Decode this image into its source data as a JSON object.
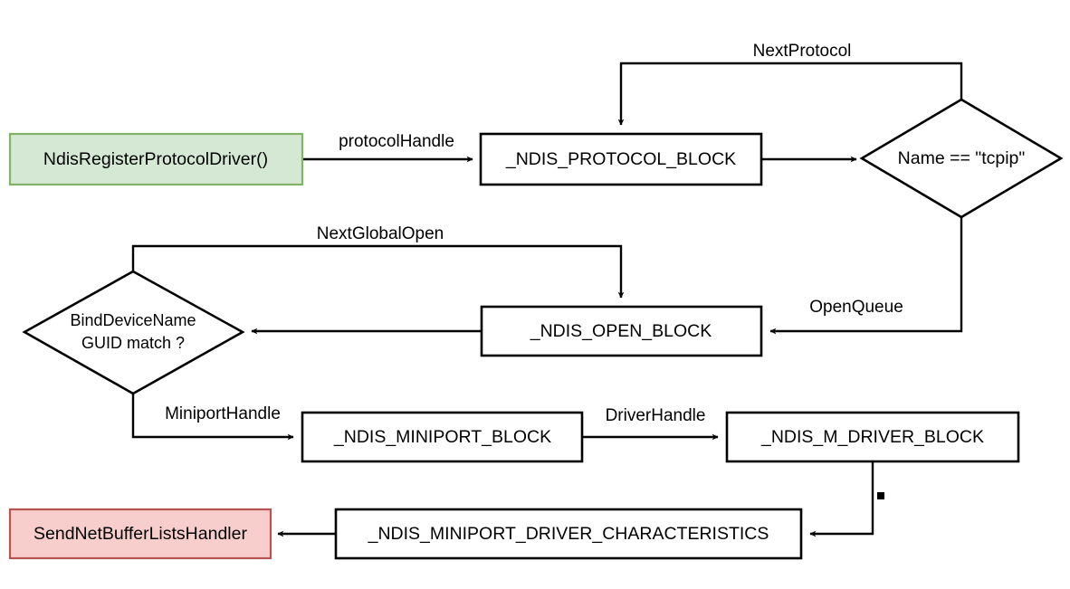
{
  "diagram": {
    "title": "NDIS protocol / miniport binding structures",
    "background_color": "#ffffff",
    "line_color": "#000000",
    "nodes": [
      {
        "id": "ndis-register-protocol-driver",
        "label": "NdisRegisterProtocolDriver()",
        "shape": "rectangle",
        "fill": "#d5e8d4",
        "stroke": "#82b366"
      },
      {
        "id": "ndis-protocol-block",
        "label": "_NDIS_PROTOCOL_BLOCK",
        "shape": "rectangle",
        "fill": "#ffffff",
        "stroke": "#000000"
      },
      {
        "id": "name-tcpip-decision",
        "label": "Name == \"tcpip\"",
        "shape": "diamond",
        "fill": "#ffffff",
        "stroke": "#000000"
      },
      {
        "id": "ndis-open-block",
        "label": "_NDIS_OPEN_BLOCK",
        "shape": "rectangle",
        "fill": "#ffffff",
        "stroke": "#000000"
      },
      {
        "id": "bind-device-name-decision",
        "label_line1": "BindDeviceName",
        "label_line2": "GUID match ?",
        "shape": "diamond",
        "fill": "#ffffff",
        "stroke": "#000000"
      },
      {
        "id": "ndis-miniport-block",
        "label": "_NDIS_MINIPORT_BLOCK",
        "shape": "rectangle",
        "fill": "#ffffff",
        "stroke": "#000000"
      },
      {
        "id": "ndis-m-driver-block",
        "label": "_NDIS_M_DRIVER_BLOCK",
        "shape": "rectangle",
        "fill": "#ffffff",
        "stroke": "#000000"
      },
      {
        "id": "ndis-miniport-driver-characteristics",
        "label": "_NDIS_MINIPORT_DRIVER_CHARACTERISTICS",
        "shape": "rectangle",
        "fill": "#ffffff",
        "stroke": "#000000"
      },
      {
        "id": "send-net-buffer-lists-handler",
        "label": "SendNetBufferListsHandler",
        "shape": "rectangle",
        "fill": "#f8cecc",
        "stroke": "#b85450"
      }
    ],
    "edges": [
      {
        "id": "edge-protocol-handle",
        "label": "protocolHandle",
        "from": "ndis-register-protocol-driver",
        "to": "ndis-protocol-block"
      },
      {
        "id": "edge-protocol-to-name",
        "label": "",
        "from": "ndis-protocol-block",
        "to": "name-tcpip-decision"
      },
      {
        "id": "edge-next-protocol",
        "label": "NextProtocol",
        "from": "name-tcpip-decision",
        "to": "ndis-protocol-block"
      },
      {
        "id": "edge-open-queue",
        "label": "OpenQueue",
        "from": "name-tcpip-decision",
        "to": "ndis-open-block"
      },
      {
        "id": "edge-open-to-bind",
        "label": "",
        "from": "ndis-open-block",
        "to": "bind-device-name-decision"
      },
      {
        "id": "edge-next-global-open",
        "label": "NextGlobalOpen",
        "from": "bind-device-name-decision",
        "to": "ndis-open-block"
      },
      {
        "id": "edge-miniport-handle",
        "label": "MiniportHandle",
        "from": "bind-device-name-decision",
        "to": "ndis-miniport-block"
      },
      {
        "id": "edge-driver-handle",
        "label": "DriverHandle",
        "from": "ndis-miniport-block",
        "to": "ndis-m-driver-block"
      },
      {
        "id": "edge-driver-to-characteristics",
        "label": "",
        "from": "ndis-m-driver-block",
        "to": "ndis-miniport-driver-characteristics"
      },
      {
        "id": "edge-characteristics-to-handler",
        "label": "",
        "from": "ndis-miniport-driver-characteristics",
        "to": "send-net-buffer-lists-handler"
      }
    ],
    "annotations": [
      {
        "id": "square-marker",
        "kind": "filled-square",
        "color": "#000000"
      }
    ]
  }
}
